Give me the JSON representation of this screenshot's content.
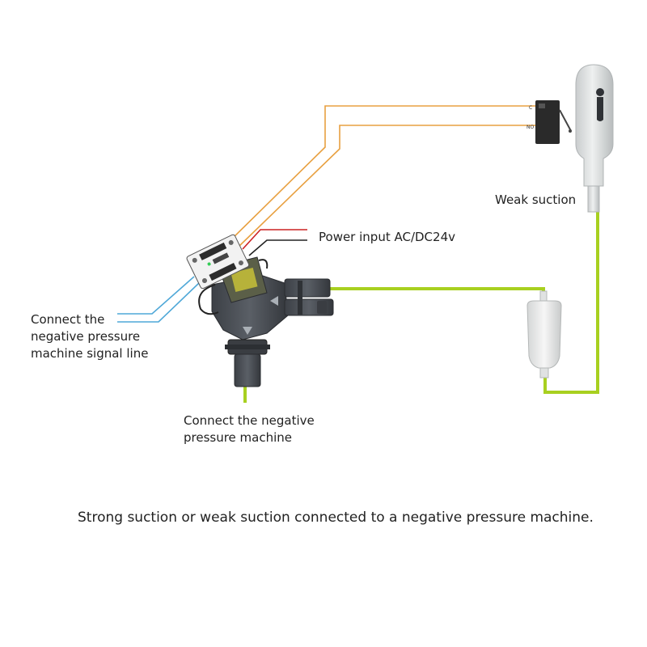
{
  "labels": {
    "weak_suction": "Weak suction",
    "power_input": "Power input AC/DC24v",
    "signal_line": [
      "Connect the",
      "negative pressure",
      "machine signal line"
    ],
    "negative_machine": [
      "Connect the negative",
      "pressure machine"
    ],
    "switch_c": "C",
    "switch_no": "NO"
  },
  "caption": "Strong suction or weak suction connected to a negative pressure machine.",
  "colors": {
    "orange_wire": "#E8A040",
    "red_wire": "#CC2222",
    "black_wire": "#222222",
    "blue_wire": "#4FA8D8",
    "green_tube": "#A8D020",
    "valve_body": "#4A4E55",
    "label_text": "#222222"
  }
}
